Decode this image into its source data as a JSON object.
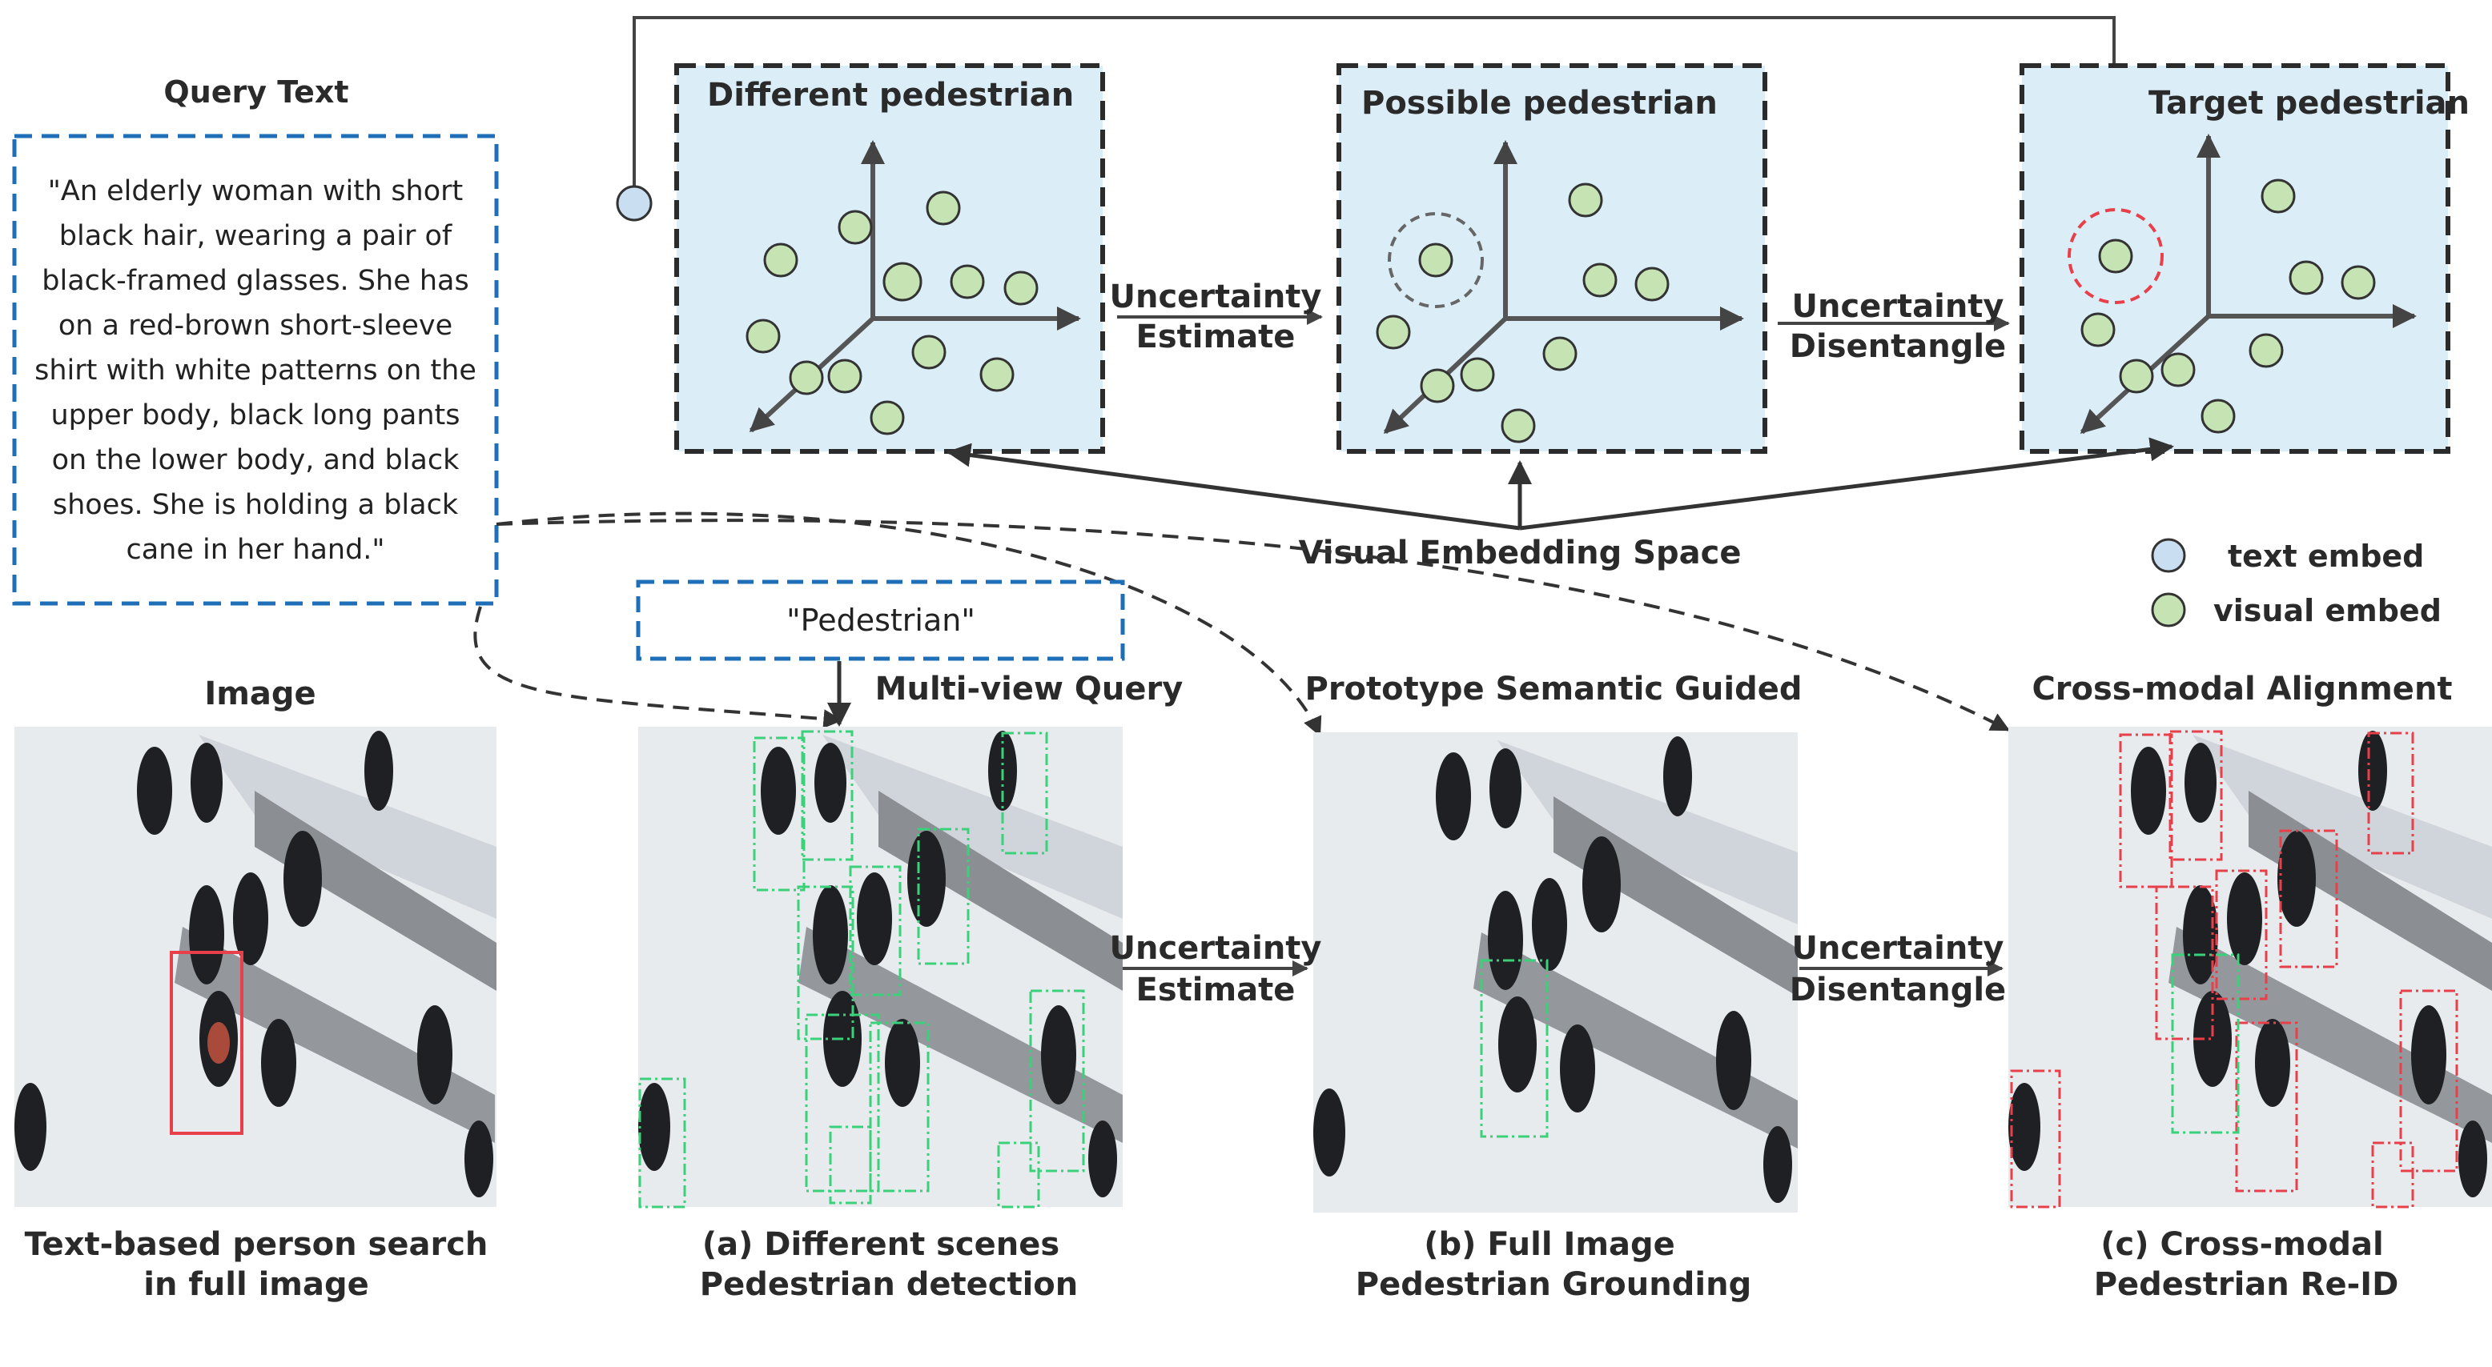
{
  "query": {
    "heading": "Query Text",
    "lines": [
      "\"An elderly woman with short",
      "black hair, wearing a pair of",
      "black-framed glasses. She has",
      "on a red-brown short-sleeve",
      "shirt with white patterns on the",
      "upper body, black long pants",
      "on the lower body, and black",
      "shoes. She is holding a black",
      "cane in her hand.\""
    ]
  },
  "embed_panels": {
    "different": "Different pedestrian",
    "possible": "Possible pedestrian",
    "target": "Target pedestrian"
  },
  "arrows": {
    "estimate_1": "Uncertainty",
    "estimate_2": "Estimate",
    "disentangle_1": "Uncertainty",
    "disentangle_2": "Disentangle"
  },
  "visual_space": "Visual Embedding Space",
  "legend": {
    "text": "text embed",
    "visual": "visual embed"
  },
  "multi_view": {
    "prompt": "\"Pedestrian\"",
    "label": "Multi-view Query"
  },
  "images": {
    "image": {
      "top": "Image",
      "bottom_1": "Text-based person search",
      "bottom_2": "in full image"
    },
    "a": {
      "top": "Multi-view Query",
      "bottom_1": "(a)  Different scenes",
      "bottom_2": "Pedestrian detection"
    },
    "b": {
      "top": "Prototype Semantic Guided",
      "bottom_1": "(b)  Full Image",
      "bottom_2": "Pedestrian Grounding"
    },
    "c": {
      "top": "Cross-modal Alignment",
      "bottom_1": "(c)  Cross-modal",
      "bottom_2": "Pedestrian Re-ID"
    }
  },
  "colors": {
    "panel_fill": "#dbeef8",
    "text_embed": "#c9def0",
    "visual_embed": "#c6e3b4",
    "dashed_blue": "#1e6fb8",
    "box_green": "#3ad17a",
    "box_red": "#e8404a",
    "floor": "#e8ebee",
    "stripe": "#8b8e92"
  }
}
